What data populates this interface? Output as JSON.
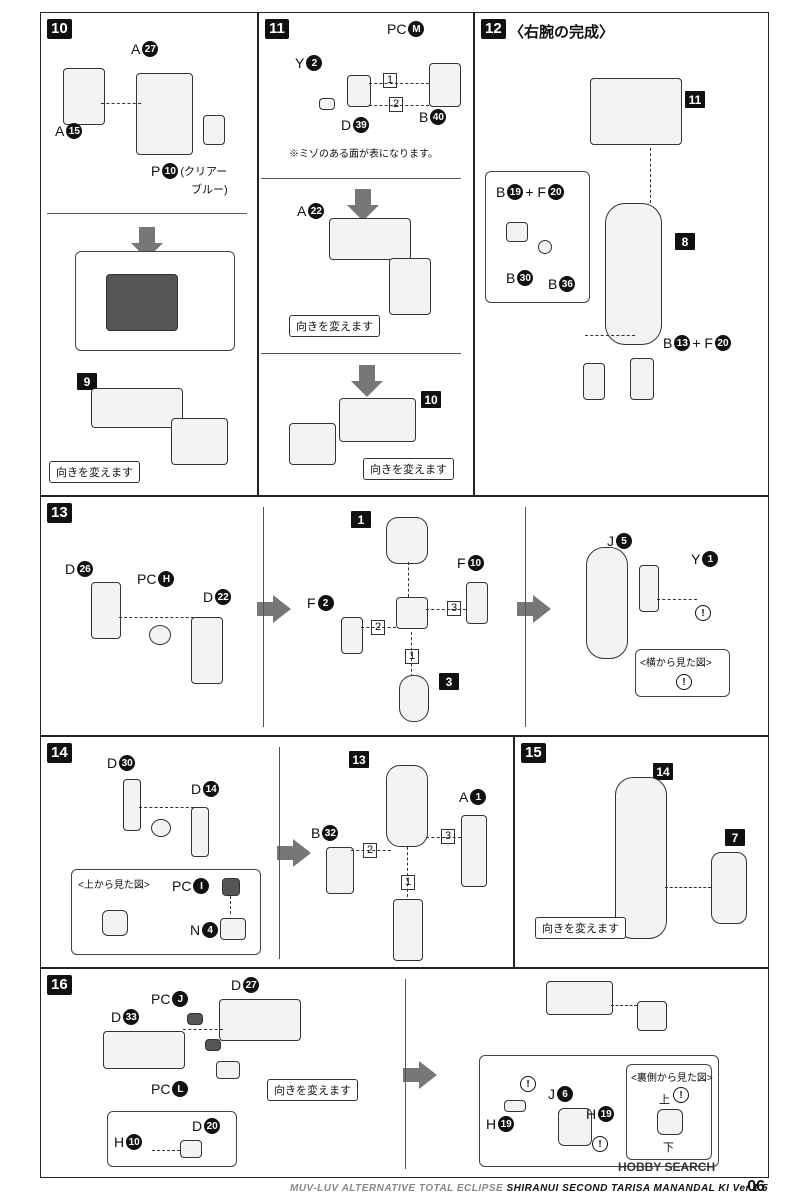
{
  "steps": {
    "s10": {
      "num": "10",
      "parts": [
        "A",
        "27",
        "A",
        "15",
        "P",
        "10",
        "(クリアー",
        "ブルー)"
      ],
      "ref_step": "9",
      "turn_label": "向きを変えます"
    },
    "s11": {
      "num": "11",
      "parts": [
        "PC",
        "M",
        "Y",
        "2",
        "D",
        "39",
        "B",
        "40",
        "A",
        "22"
      ],
      "order": [
        "1",
        "2"
      ],
      "note": "※ミゾのある面が表になります。",
      "turn_label": "向きを変えます",
      "ref_step": "10",
      "turn_label2": "向きを変えます"
    },
    "s12": {
      "num": "12",
      "title": "〈右腕の完成〉",
      "ref_a": "11",
      "ref_b": "8",
      "parts": [
        "B",
        "19",
        "+ F",
        "20",
        "B",
        "30",
        "B",
        "36",
        "B",
        "13",
        "+ F",
        "20"
      ]
    },
    "s13": {
      "num": "13",
      "parts": [
        "D",
        "26",
        "PC",
        "H",
        "D",
        "22",
        "F",
        "2",
        "F",
        "10",
        "J",
        "5",
        "Y",
        "1"
      ],
      "refs": [
        "1",
        "3"
      ],
      "order": [
        "1",
        "2",
        "3"
      ],
      "side_view": "<横から見た図>"
    },
    "s14": {
      "num": "14",
      "parts": [
        "D",
        "30",
        "D",
        "14",
        "PC",
        "I",
        "N",
        "4",
        "B",
        "32",
        "A",
        "1"
      ],
      "top_view": "<上から見た図>",
      "ref": "13",
      "order": [
        "1",
        "2",
        "3"
      ]
    },
    "s15": {
      "num": "15",
      "refs": [
        "14",
        "7"
      ],
      "turn_label": "向きを変えます"
    },
    "s16": {
      "num": "16",
      "parts": [
        "PC",
        "J",
        "D",
        "27",
        "D",
        "33",
        "PC",
        "L",
        "D",
        "20",
        "H",
        "10",
        "H",
        "19",
        "J",
        "6",
        "H",
        "19"
      ],
      "turn_label": "向きを変えます",
      "back_view": "<裏側から見た図>",
      "up": "上",
      "down": "下"
    }
  },
  "footer": {
    "series": "MUV-LUV ALTERNATIVE TOTAL ECLIPSE",
    "title": "SHIRANUI SECOND TARISA MANANDAL KI Ver.1.5",
    "page": "06",
    "watermark": "HOBBY SEARCH"
  }
}
